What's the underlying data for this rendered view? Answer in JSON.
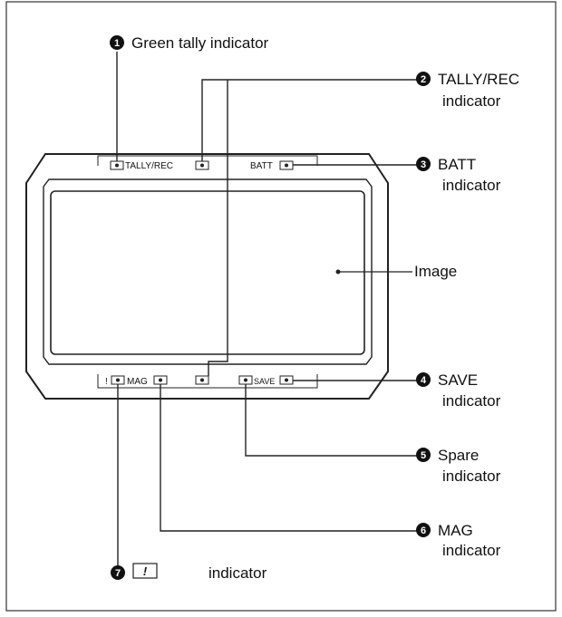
{
  "callouts": [
    {
      "number": "1",
      "line1": "Green tally indicator",
      "line2": ""
    },
    {
      "number": "2",
      "line1": "TALLY/REC",
      "line2": "indicator"
    },
    {
      "number": "3",
      "line1": "BATT",
      "line2": "indicator"
    },
    {
      "number": "4",
      "line1": "SAVE",
      "line2": "indicator"
    },
    {
      "number": "5",
      "line1": "Spare",
      "line2": "indicator"
    },
    {
      "number": "6",
      "line1": "MAG",
      "line2": "indicator"
    },
    {
      "number": "7",
      "line1": "indicator",
      "line2": ""
    }
  ],
  "image_label": "Image",
  "panel_labels": {
    "tally_rec": "TALLY/REC",
    "batt": "BATT",
    "mag": "MAG",
    "save": "SAVE",
    "warning_mark": "!"
  },
  "warning_symbol": "!",
  "colors": {
    "line": "#222222",
    "callout_circle": "#111111",
    "screen_fill": "#ffffff"
  }
}
